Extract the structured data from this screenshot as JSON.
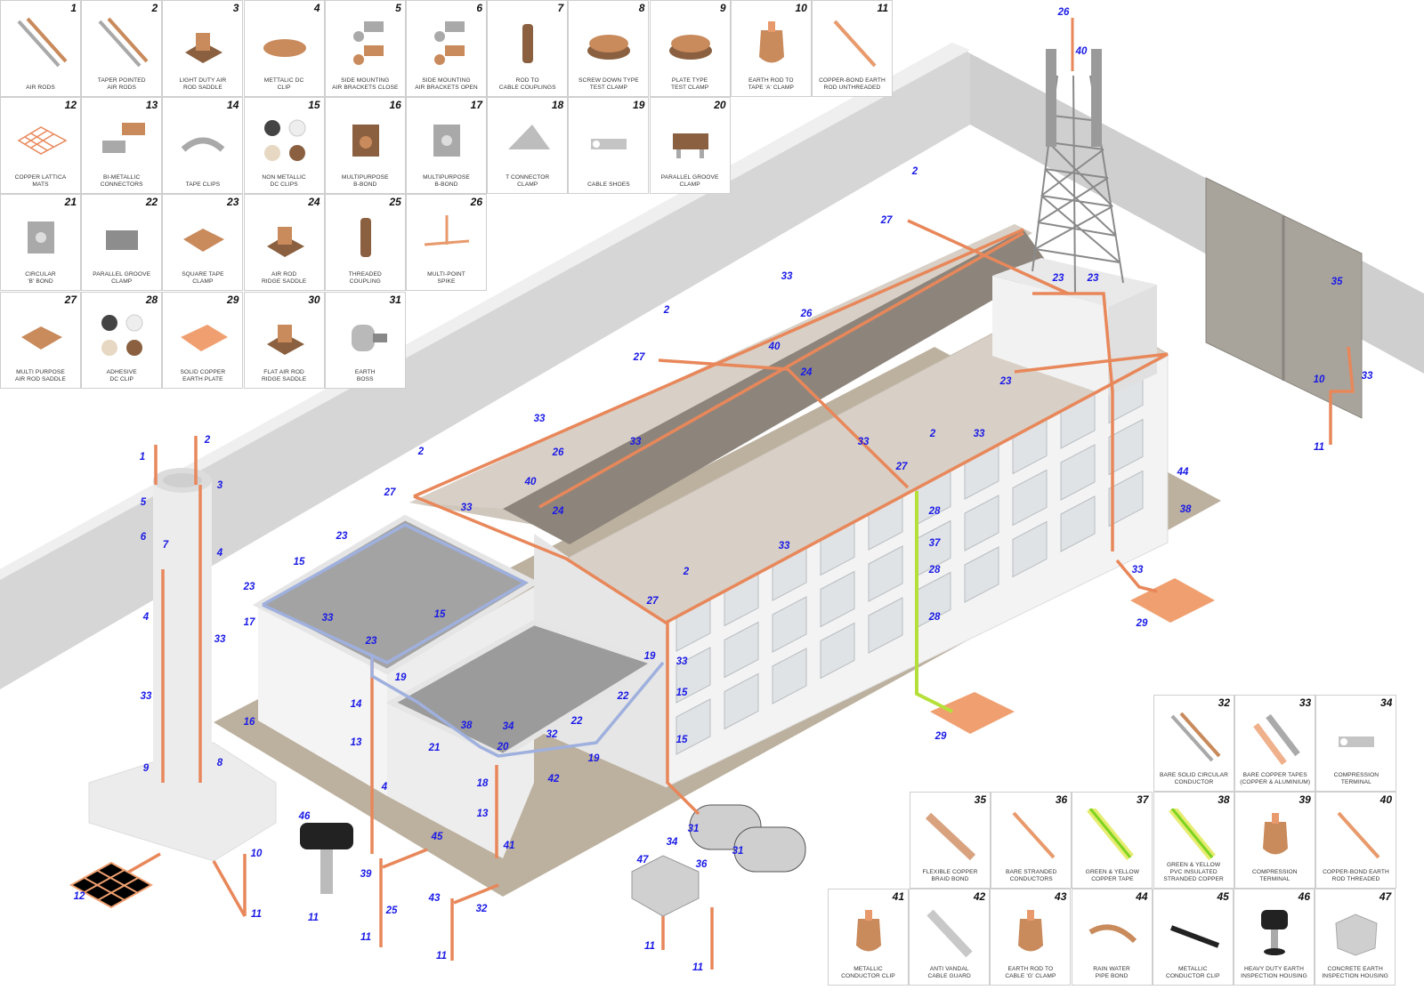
{
  "colors": {
    "copper": "#e8875a",
    "callout": "#1a1ae6",
    "wall": "#d4d4d4",
    "slab": "#bcb09e",
    "roof": "#d8d0c6",
    "ridge": "#8d857c",
    "green_yellow": "#b5e03a",
    "lower_roof": "#9b9b9b",
    "blue_conductor": "#9fb0de"
  },
  "catalog_top": [
    {
      "n": "1",
      "label": "AIR RODS",
      "icon": "rods"
    },
    {
      "n": "2",
      "label": "TAPER POINTED\nAIR RODS",
      "icon": "rods"
    },
    {
      "n": "3",
      "label": "LIGHT DUTY AIR\nROD SADDLE",
      "icon": "saddle"
    },
    {
      "n": "4",
      "label": "METTALIC DC\nCLIP",
      "icon": "clip"
    },
    {
      "n": "5",
      "label": "SIDE MOUNTING\nAIR BRACKETS CLOSE",
      "icon": "bracket"
    },
    {
      "n": "6",
      "label": "SIDE MOUNTING\nAIR BRACKETS OPEN",
      "icon": "bracket"
    },
    {
      "n": "7",
      "label": "ROD TO\nCABLE COUPLINGS",
      "icon": "coupling"
    },
    {
      "n": "8",
      "label": "SCREW DOWN TYPE\nTEST CLAMP",
      "icon": "disc"
    },
    {
      "n": "9",
      "label": "PLATE TYPE\nTEST CLAMP",
      "icon": "disc"
    },
    {
      "n": "10",
      "label": "EARTH ROD TO\nTAPE 'A' CLAMP",
      "icon": "clamp"
    },
    {
      "n": "11",
      "label": "COPPER-BOND EARTH\nROD UNTHREADED",
      "icon": "rod"
    },
    {
      "n": "12",
      "label": "COPPER LATTICA\nMATS",
      "icon": "mesh"
    },
    {
      "n": "13",
      "label": "BI-METALLIC\nCONNECTORS",
      "icon": "connector"
    },
    {
      "n": "14",
      "label": "TAPE CLIPS",
      "icon": "tapeclip"
    },
    {
      "n": "15",
      "label": "NON METALLIC\nDC CLIPS",
      "icon": "clips4"
    },
    {
      "n": "16",
      "label": "MULTIPURPOSE\nB-BOND",
      "icon": "bbond"
    },
    {
      "n": "17",
      "label": "MULTIPURPOSE\nB-BOND",
      "icon": "bbond-steel"
    },
    {
      "n": "18",
      "label": "T CONNECTOR\nCLAMP",
      "icon": "tclamp"
    },
    {
      "n": "19",
      "label": "CABLE SHOES",
      "icon": "shoe"
    },
    {
      "n": "20",
      "label": "PARALLEL GROOVE\nCLAMP",
      "icon": "groove"
    },
    {
      "n": "21",
      "label": "CIRCULAR\n'B' BOND",
      "icon": "bbond-steel"
    },
    {
      "n": "22",
      "label": "PARALLEL GROOVE\nCLAMP",
      "icon": "groove-steel"
    },
    {
      "n": "23",
      "label": "SQUARE TAPE\nCLAMP",
      "icon": "square"
    },
    {
      "n": "24",
      "label": "AIR ROD\nRIDGE SADDLE",
      "icon": "saddle"
    },
    {
      "n": "25",
      "label": "THREADED\nCOUPLING",
      "icon": "coupling"
    },
    {
      "n": "26",
      "label": "MULTI-POINT\nSPIKE",
      "icon": "spike"
    },
    {
      "n": "27",
      "label": "MULTI PURPOSE\nAIR ROD SADDLE",
      "icon": "square"
    },
    {
      "n": "28",
      "label": "ADHESIVE\nDC CLIP",
      "icon": "clips4"
    },
    {
      "n": "29",
      "label": "SOLID COPPER\nEARTH PLATE",
      "icon": "plate"
    },
    {
      "n": "30",
      "label": "FLAT AIR ROD\nRIDGE SADDLE",
      "icon": "saddle"
    },
    {
      "n": "31",
      "label": "EARTH\nBOSS",
      "icon": "boss"
    }
  ],
  "catalog_bottom": [
    {
      "n": "32",
      "label": "BARE SOLID CIRCULAR\nCONDUCTOR",
      "icon": "rods"
    },
    {
      "n": "33",
      "label": "BARE COPPER TAPES\n(COPPER & ALUMINIUM)",
      "icon": "tapes"
    },
    {
      "n": "34",
      "label": "COMPRESSION\nTERMINAL",
      "icon": "shoe"
    },
    {
      "n": "35",
      "label": "FLEXIBLE COPPER\nBRAID BOND",
      "icon": "braid"
    },
    {
      "n": "36",
      "label": "BARE STRANDED\nCONDUCTORS",
      "icon": "rod"
    },
    {
      "n": "37",
      "label": "GREEN & YELLOW\nCOPPER TAPE",
      "icon": "gy"
    },
    {
      "n": "38",
      "label": "GREEN & YELLOW\nPVC INSULATED\nSTRANDED COPPER",
      "icon": "gy"
    },
    {
      "n": "39",
      "label": "COMPRESSION\nTERMINAL",
      "icon": "clamp"
    },
    {
      "n": "40",
      "label": "COPPER-BOND EARTH\nROD THREADED",
      "icon": "rod"
    },
    {
      "n": "41",
      "label": "METALLIC\nCONDUCTOR CLIP",
      "icon": "clamp"
    },
    {
      "n": "42",
      "label": "ANTI VANDAL\nCABLE GUARD",
      "icon": "guard"
    },
    {
      "n": "43",
      "label": "EARTH ROD TO\nCABLE 'G' CLAMP",
      "icon": "clamp"
    },
    {
      "n": "44",
      "label": "RAIN WATER\nPIPE BOND",
      "icon": "strap"
    },
    {
      "n": "45",
      "label": "METALLIC\nCONDUCTOR CLIP",
      "icon": "bar"
    },
    {
      "n": "46",
      "label": "HEAVY DUTY EARTH\nINSPECTION HOUSING",
      "icon": "housing"
    },
    {
      "n": "47",
      "label": "CONCRETE EARTH\nINSPECTION HOUSING",
      "icon": "concrete"
    }
  ],
  "callouts": [
    "26",
    "40",
    "2",
    "27",
    "33",
    "23",
    "23",
    "35",
    "2",
    "26",
    "40",
    "27",
    "24",
    "23",
    "10",
    "33",
    "33",
    "33",
    "33",
    "2",
    "33",
    "11",
    "2",
    "1",
    "3",
    "2",
    "26",
    "40",
    "27",
    "33",
    "24",
    "27",
    "28",
    "44",
    "38",
    "5",
    "6",
    "7",
    "4",
    "23",
    "15",
    "37",
    "33",
    "23",
    "17",
    "2",
    "28",
    "33",
    "4",
    "33",
    "33",
    "15",
    "23",
    "27",
    "28",
    "29",
    "19",
    "33",
    "19",
    "14",
    "22",
    "15",
    "33",
    "16",
    "38",
    "34",
    "22",
    "32",
    "21",
    "20",
    "13",
    "15",
    "29",
    "19",
    "9",
    "8",
    "18",
    "42",
    "4",
    "13",
    "45",
    "31",
    "34",
    "46",
    "41",
    "10",
    "31",
    "36",
    "47",
    "39",
    "43",
    "12",
    "25",
    "32",
    "11",
    "11",
    "11",
    "11",
    "11",
    "11"
  ]
}
